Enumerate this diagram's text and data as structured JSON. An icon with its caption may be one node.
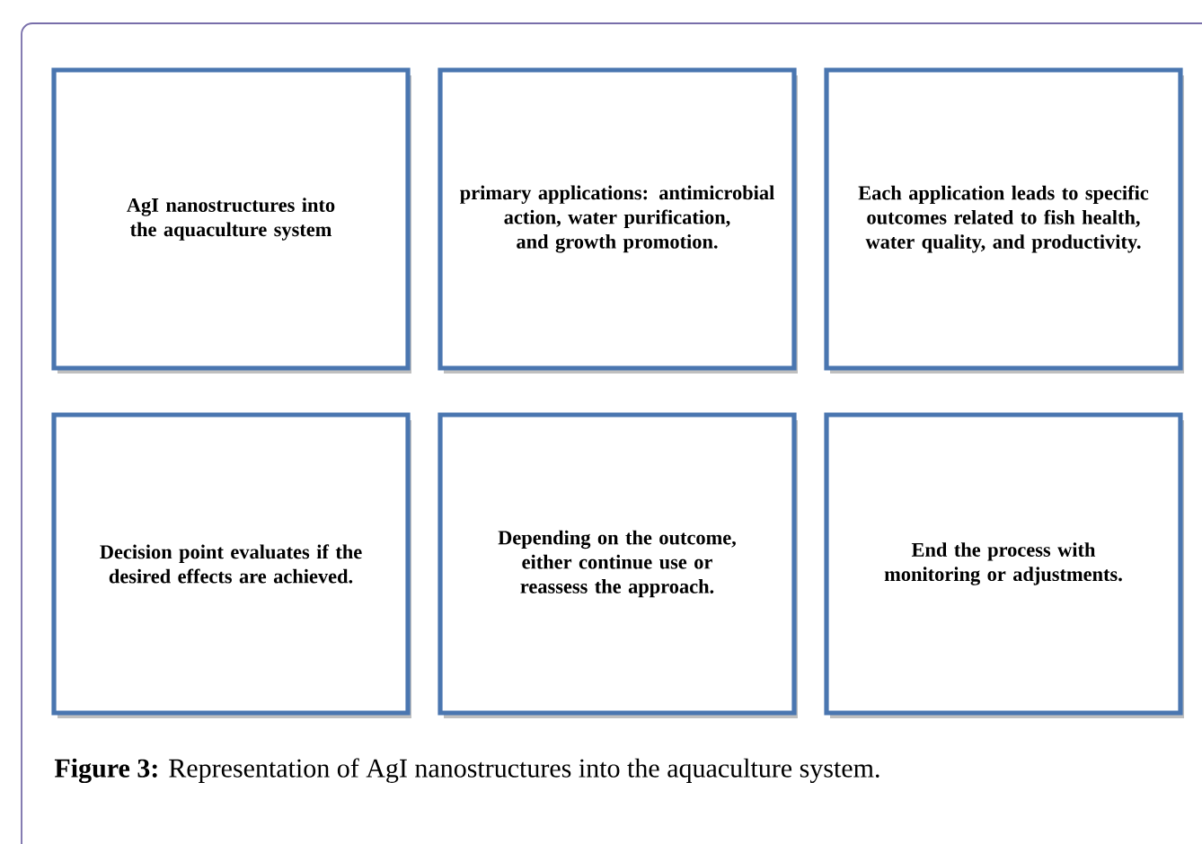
{
  "diagram": {
    "caption": "**Figure 3:** Representation of AgI nanostructures into the aquaculture system.",
    "nodes": [
      {
        "text": [
          "AgI nanostructures into the aquaculture system"
        ]
      },
      {
        "text": [
          "primary applications: antimicrobial action, water purification, and growth promotion."
        ]
      },
      {
        "text": [
          "Each application leads to specific outcomes related to fish health, water quality, and productivity."
        ]
      },
      {
        "text": [
          "Decision point evaluates if the desired effects are achieved."
        ]
      },
      {
        "text": [
          "Depending on the outcome, either continue use or reassess the approach."
        ]
      },
      {
        "text": [
          "End the process with monitoring or adjustments."
        ]
      }
    ]
  }
}
